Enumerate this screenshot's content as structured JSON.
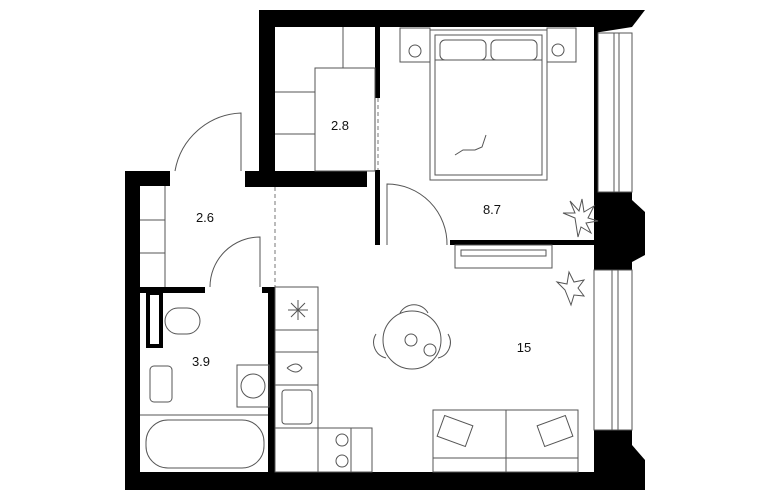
{
  "plan": {
    "rooms": [
      {
        "name": "storage",
        "area": "2.8"
      },
      {
        "name": "hallway",
        "area": "2.6"
      },
      {
        "name": "bathroom",
        "area": "3.9"
      },
      {
        "name": "bedroom",
        "area": "8.7"
      },
      {
        "name": "living-kitchen",
        "area": "15"
      }
    ],
    "colors": {
      "wall": "#000000",
      "line": "#555555",
      "background": "#ffffff"
    }
  }
}
